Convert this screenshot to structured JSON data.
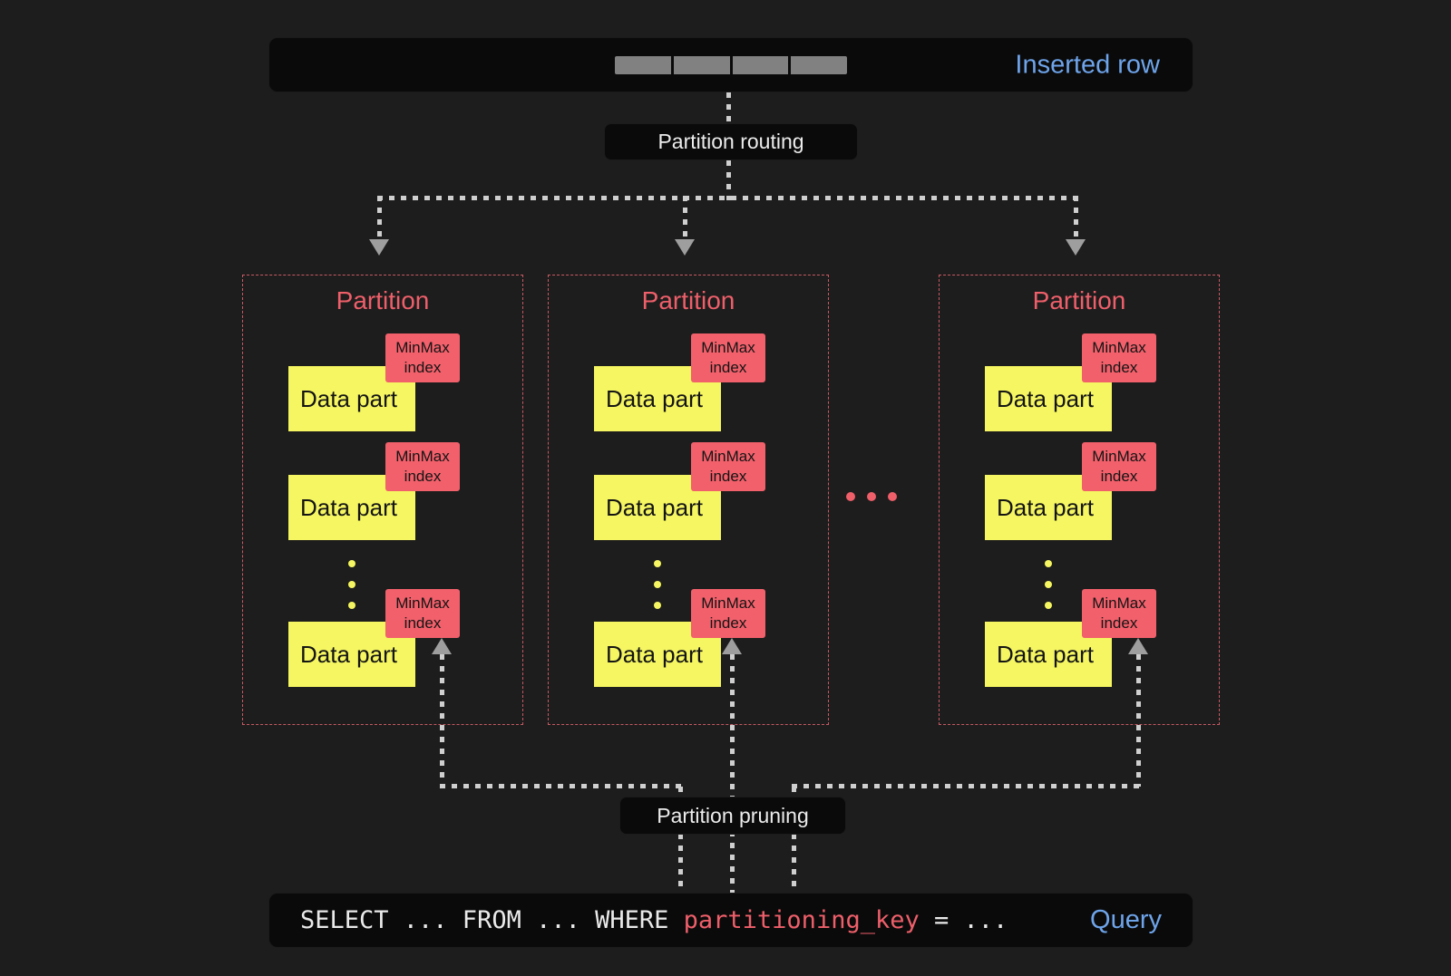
{
  "colors": {
    "background": "#1d1d1d",
    "panel": "#0a0a0a",
    "accent_blue": "#6ea4ea",
    "accent_red": "#ee5f6a",
    "accent_yellow": "#f5f661",
    "line_gray": "#cfcfcf",
    "arrow_gray": "#9e9e9e"
  },
  "inserted_row": {
    "label": "Inserted row",
    "segment_count": 4
  },
  "routing": {
    "label": "Partition routing"
  },
  "pruning": {
    "label": "Partition pruning"
  },
  "partitions": [
    {
      "title": "Partition",
      "parts": [
        {
          "label": "Data part",
          "index_label": "MinMax index"
        },
        {
          "label": "Data part",
          "index_label": "MinMax index"
        },
        {
          "label": "Data part",
          "index_label": "MinMax index"
        }
      ]
    },
    {
      "title": "Partition",
      "parts": [
        {
          "label": "Data part",
          "index_label": "MinMax index"
        },
        {
          "label": "Data part",
          "index_label": "MinMax index"
        },
        {
          "label": "Data part",
          "index_label": "MinMax index"
        }
      ]
    },
    {
      "title": "Partition",
      "parts": [
        {
          "label": "Data part",
          "index_label": "MinMax index"
        },
        {
          "label": "Data part",
          "index_label": "MinMax index"
        },
        {
          "label": "Data part",
          "index_label": "MinMax index"
        }
      ]
    }
  ],
  "query": {
    "prefix": "SELECT ... FROM ... WHERE ",
    "key": "partitioning_key",
    "suffix": " = ...",
    "label": "Query"
  }
}
